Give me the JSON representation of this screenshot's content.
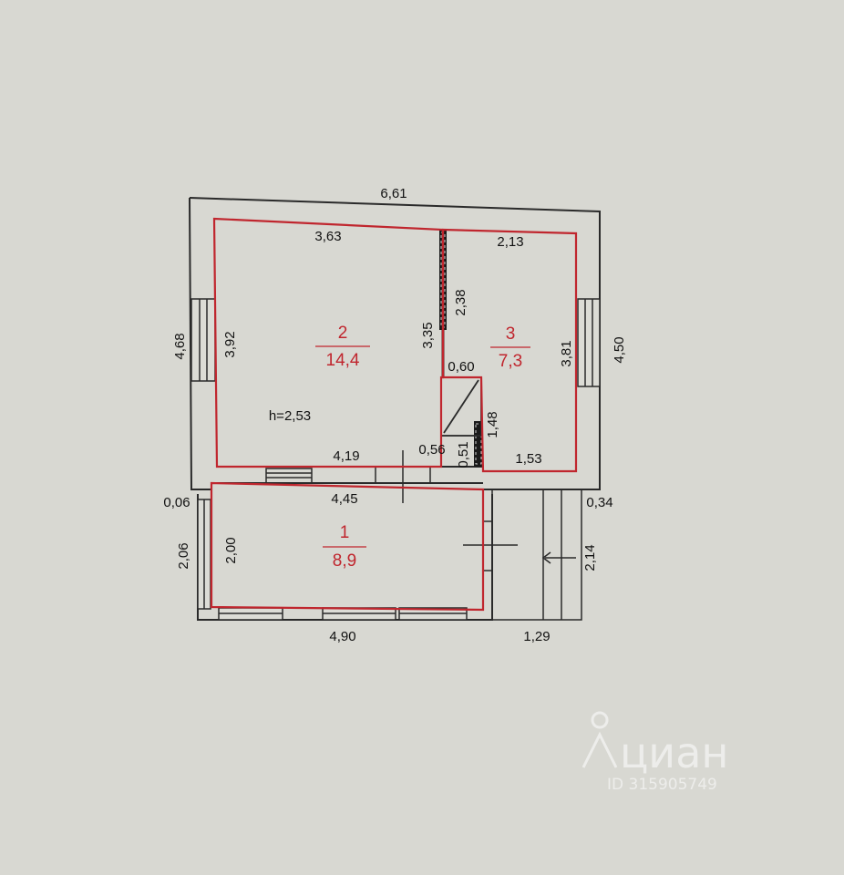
{
  "colors": {
    "paper": "#dcdcd6",
    "wall": "#2a2a2a",
    "room_outline": "#c0262e",
    "text": "#111111",
    "watermark": "#ffffff"
  },
  "dimensions": {
    "overall_width": "6,61",
    "room2_top": "3,63",
    "room3_top": "2,13",
    "left_outer": "4,68",
    "room2_left": "3,92",
    "partition_full": "3,35",
    "partition_upper": "2,38",
    "room3_right": "3,81",
    "right_outer": "4,50",
    "closet_width": "0,60",
    "closet_height": "1,48",
    "room2_bottom": "4,19",
    "door_gap": "0,56",
    "wall_small": "0,51",
    "room3_bottom": "1,53",
    "room1_top": "4,45",
    "offset_left": "0,06",
    "offset_right": "0,34",
    "room1_left_outer": "2,06",
    "room1_left": "2,00",
    "porch_height": "2,14",
    "room1_bottom": "4,90",
    "porch_width": "1,29"
  },
  "ceiling_height": "h=2,53",
  "rooms": [
    {
      "number": "1",
      "area": "8,9"
    },
    {
      "number": "2",
      "area": "14,4"
    },
    {
      "number": "3",
      "area": "7,3"
    }
  ],
  "watermark": {
    "brand": "циан",
    "id": "ID 315905749"
  }
}
